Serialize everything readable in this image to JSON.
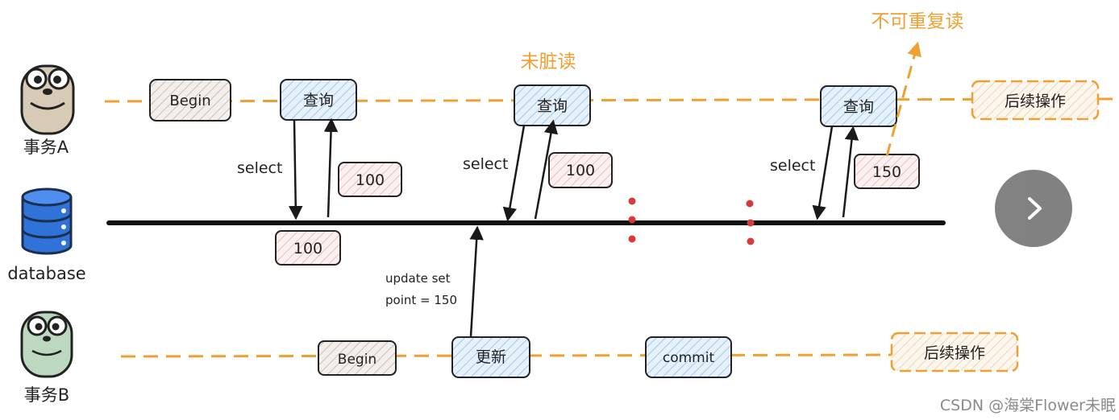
{
  "actors": {
    "transaction_a": "事务A",
    "database": "database",
    "transaction_b": "事务B"
  },
  "lane_a": {
    "begin": "Begin",
    "query_1": "查询",
    "query_2": "查询",
    "query_3": "查询",
    "followup": "后续操作"
  },
  "lane_b": {
    "begin": "Begin",
    "update": "更新",
    "commit": "commit",
    "followup": "后续操作"
  },
  "reads": {
    "select_1": "select",
    "select_2": "select",
    "select_3": "select",
    "result_1": "100",
    "result_2": "100",
    "result_3": "150"
  },
  "db_value": "100",
  "update_stmt": {
    "line1": "update set",
    "line2": "point = 150"
  },
  "annotations": {
    "not_dirty_read": "未脏读",
    "non_repeatable_read": "不可重复读"
  },
  "watermark": "CSDN @海棠Flower未眠",
  "colors": {
    "orange": "#f0a030",
    "dark": "#1a1a1a",
    "query_fill": "#d6e9f8",
    "value_fill": "#fbe3e3",
    "begin_fill": "#e8e3de",
    "red_dot": "#d83a3a"
  },
  "icons": {
    "next": "chevron-right-icon",
    "gopher_a": "gopher-mascot-icon",
    "gopher_b": "gopher-mascot-icon",
    "db": "database-icon"
  }
}
